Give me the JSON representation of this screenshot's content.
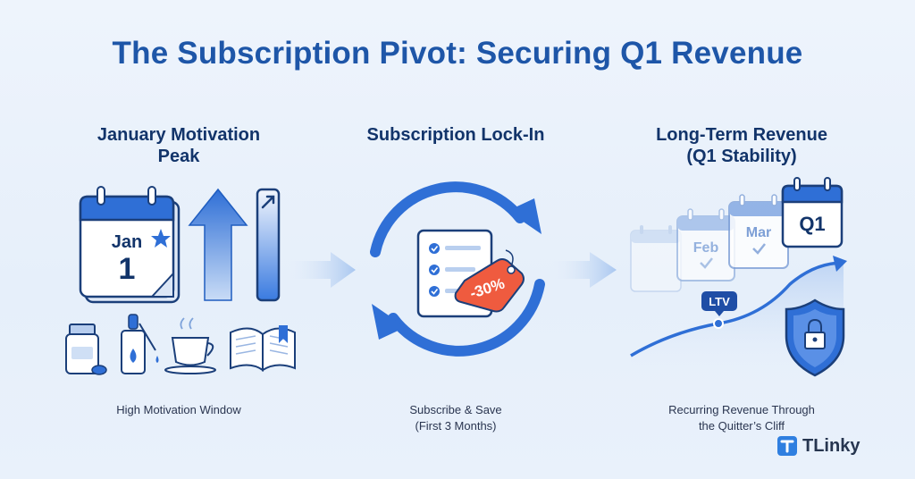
{
  "title": "The Subscription Pivot: Securing Q1 Revenue",
  "columns": [
    {
      "heading_line1": "January Motivation",
      "heading_line2": "Peak",
      "calendar_month": "Jan",
      "calendar_day": "1",
      "caption": "High Motivation Window"
    },
    {
      "heading_line1": "Subscription Lock-In",
      "tag_text": "-30%",
      "caption_line1": "Subscribe & Save",
      "caption_line2": "(First 3 Months)"
    },
    {
      "heading_line1": "Long-Term Revenue",
      "heading_line2": "(Q1 Stability)",
      "calendar_feb": "Feb",
      "calendar_mar": "Mar",
      "calendar_q1": "Q1",
      "ltv_label": "LTV",
      "caption_line1": "Recurring Revenue Through",
      "caption_line2": "the Quitter’s Cliff"
    }
  ],
  "brand": "TLinky",
  "colors": {
    "primary": "#2f6fd6",
    "dark": "#12346a",
    "accent": "#ef5b3f",
    "background": "#eaf2fb"
  }
}
